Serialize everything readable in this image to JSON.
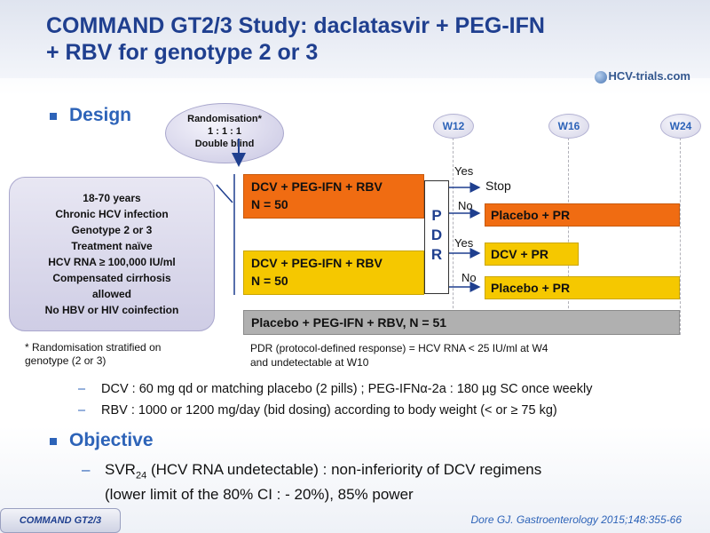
{
  "title": {
    "line1": "COMMAND GT2/3 Study: daclatasvir + PEG-IFN",
    "line2": "+ RBV for genotype 2 or 3"
  },
  "logo": {
    "text": "HCV-trials.com"
  },
  "design": {
    "heading": "Design",
    "randomisation": [
      "Randomisation*",
      "1 : 1 : 1",
      "Double blind"
    ],
    "criteria": [
      "18-70 years",
      "Chronic HCV infection",
      "Genotype 2 or 3",
      "Treatment naïve",
      "HCV RNA ≥ 100,000 IU/ml",
      "Compensated cirrhosis",
      "allowed",
      "No HBV or HIV coinfection"
    ],
    "note": "* Randomisation stratified on genotype (2 or 3)",
    "weeks": [
      "W12",
      "W16",
      "W24"
    ],
    "arm1": {
      "line1": "DCV + PEG-IFN + RBV",
      "line2": "N = 50"
    },
    "arm2": {
      "line1": "DCV + PEG-IFN + RBV",
      "line2": "N = 50"
    },
    "arm3": "Placebo + PEG-IFN + RBV, N = 51",
    "pdr_letters": [
      "P",
      "D",
      "R"
    ],
    "yes_label": "Yes",
    "no_label": "No",
    "stop": "Stop",
    "sub1": "Placebo + PR",
    "sub2": "DCV + PR",
    "sub3": "Placebo + PR",
    "pdr_note_line1": "PDR (protocol-defined response) = HCV RNA < 25 IU/ml at W4",
    "pdr_note_line2": "and undetectable at W10",
    "dosing": [
      "DCV : 60 mg qd or matching placebo (2 pills) ; PEG-IFNα-2a : 180 µg SC once weekly",
      "RBV : 1000 or 1200 mg/day (bid dosing) according to body weight (< or ≥ 75 kg)"
    ]
  },
  "objective": {
    "heading": "Objective",
    "text_pre": "SVR",
    "text_sub": "24",
    "text_post": " (HCV RNA undetectable) : non-inferiority of DCV regimens",
    "line2": "(lower limit of the 80% CI : - 20%), 85% power"
  },
  "footer": {
    "tag": "COMMAND GT2/3",
    "reference": "Dore GJ. Gastroenterology 2015;148:355-66"
  },
  "colors": {
    "accent": "#2d63b8",
    "arm1": "#f06c12",
    "arm2": "#f5c800",
    "arm3": "#b0b0b0"
  }
}
